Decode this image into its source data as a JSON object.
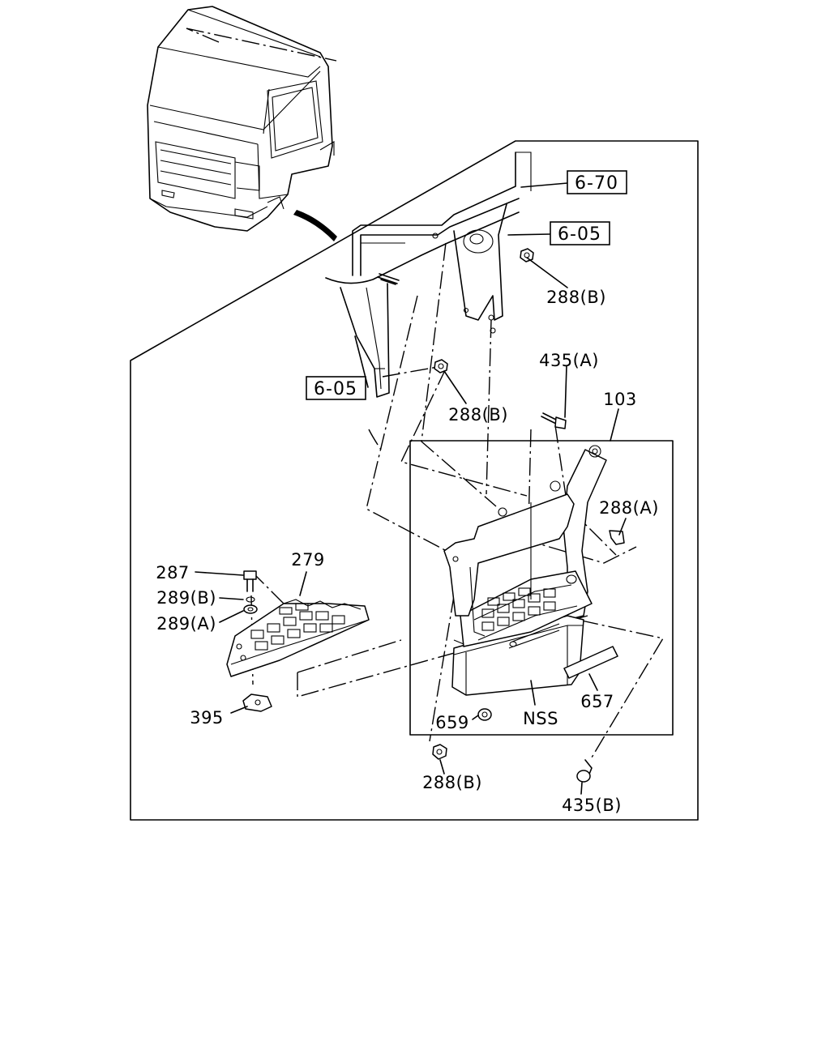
{
  "diagram": {
    "ref_labels": {
      "ref_6_70": "6-70",
      "ref_6_05_upper": "6-05",
      "ref_6_05_left": "6-05"
    },
    "part_labels": {
      "p288b_top": "288(B)",
      "p435a": "435(A)",
      "p288b_mid": "288(B)",
      "p103": "103",
      "p288a": "288(A)",
      "p279": "279",
      "p287": "287",
      "p289b": "289(B)",
      "p289a": "289(A)",
      "p395": "395",
      "p659": "659",
      "p_nss": "NSS",
      "p657": "657",
      "p288b_bottom": "288(B)",
      "p435b": "435(B)"
    }
  }
}
